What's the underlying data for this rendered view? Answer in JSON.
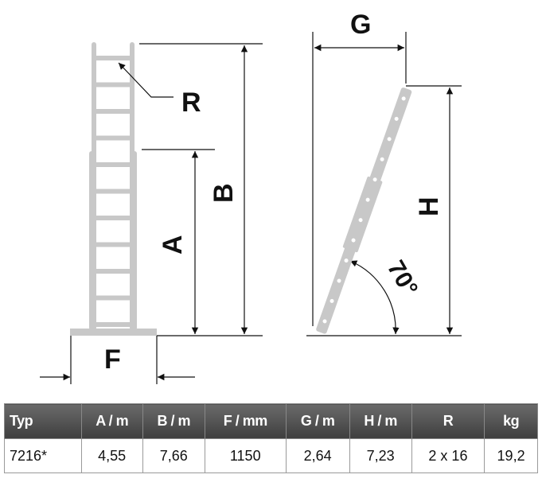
{
  "diagram": {
    "labels": {
      "r": "R",
      "a": "A",
      "b": "B",
      "f": "F",
      "g": "G",
      "h": "H",
      "angle": "70°"
    }
  },
  "table": {
    "headers": [
      "Typ",
      "A / m",
      "B / m",
      "F / mm",
      "G / m",
      "H / m",
      "R",
      "kg"
    ],
    "rows": [
      [
        "7216*",
        "4,55",
        "7,66",
        "1150",
        "2,64",
        "7,23",
        "2 x 16",
        "19,2"
      ]
    ]
  },
  "colors": {
    "ladder": "#c8c8c8",
    "header": "#505050"
  }
}
